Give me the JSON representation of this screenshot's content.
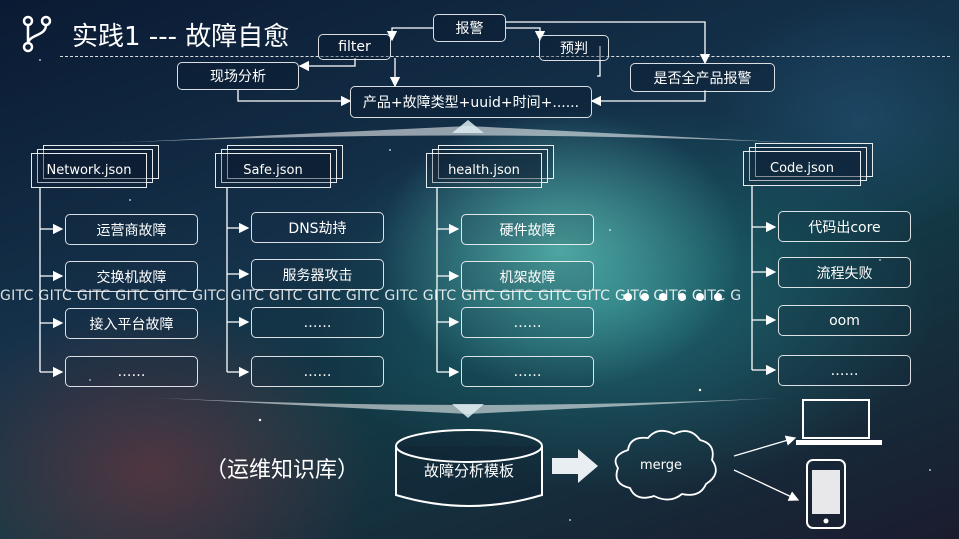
{
  "header": {
    "title": "实践1 --- 故障自愈",
    "icon": "git-branch-icon"
  },
  "top_flow": {
    "alarm": "报警",
    "filter": "filter",
    "predict": "预判",
    "onsite": "现场分析",
    "all_products": "是否全产品报警",
    "key": "产品+故障类型+uuid+时间+......"
  },
  "columns": [
    {
      "file": "Network.json",
      "items": [
        "运营商故障",
        "交换机故障",
        "接入平台故障",
        "……"
      ]
    },
    {
      "file": "Safe.json",
      "items": [
        "DNS劫持",
        "服务器攻击",
        "……",
        "……"
      ]
    },
    {
      "file": "health.json",
      "items": [
        "硬件故障",
        "机架故障",
        "……",
        "……"
      ]
    },
    {
      "file": "Code.json",
      "items": [
        "代码出core",
        "流程失败",
        "oom",
        "……"
      ]
    }
  ],
  "watermark": "GITC GITC GITC GITC GITC GITC GITC GITC GITC GITC GITC GITC GITC GITC GITC GITC GITC GITC GITC G",
  "ellipsis_dots": 6,
  "bottom": {
    "knowledge_base": "（运维知识库）",
    "template": "故障分析模板",
    "merge": "merge",
    "targets": [
      "laptop-icon",
      "phone-icon"
    ]
  },
  "colors": {
    "line": "#ffffff",
    "background": "#123a46"
  }
}
